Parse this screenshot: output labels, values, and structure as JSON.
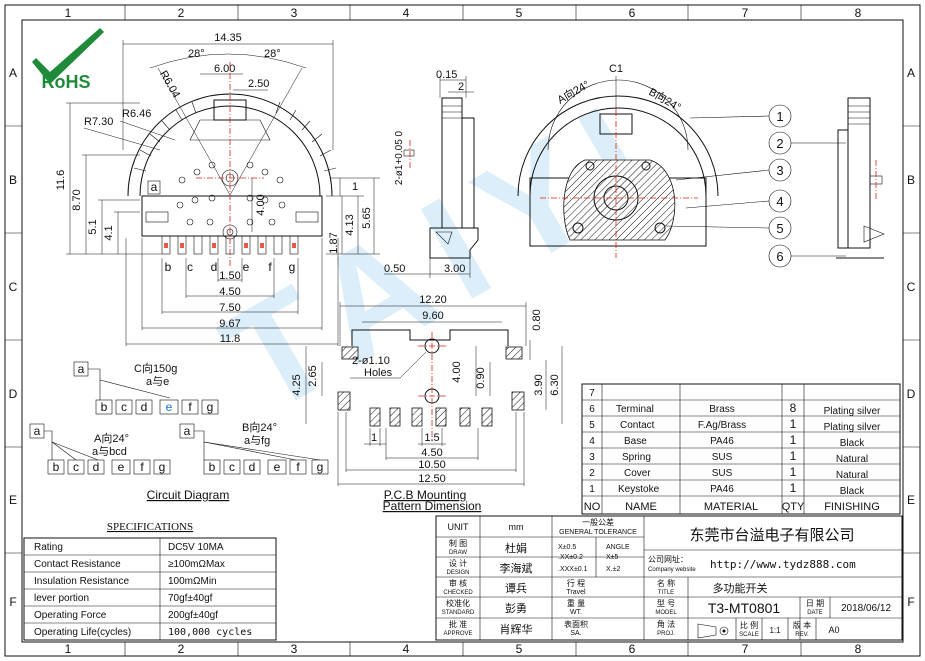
{
  "border": {
    "columns": [
      "1",
      "2",
      "3",
      "4",
      "5",
      "6",
      "7",
      "8"
    ],
    "rows": [
      "A",
      "B",
      "C",
      "D",
      "E",
      "F"
    ]
  },
  "logo": {
    "text": "RoHS",
    "check_color": "#1e8a3a",
    "text_color": "#1e8a3a"
  },
  "watermark": {
    "text": "TAIYI",
    "color": "#7fc4ea"
  },
  "accent_color": "#d21f1f",
  "front_view": {
    "dims": {
      "width_top": "14.35",
      "angle_left": "28°",
      "angle_right": "28°",
      "r_center": "R6.04",
      "w600": "6.00",
      "w250": "2.50",
      "r646": "R6.46",
      "r730": "R7.30",
      "h116": "11.6",
      "h870": "8.70",
      "h51": "5.1",
      "h41": "4.1",
      "h400": "4.00",
      "h1": "1",
      "h413": "4.13",
      "h565": "5.65",
      "h187": "1.87",
      "w150": "1.50",
      "w450": "4.50",
      "w750": "7.50",
      "w967": "9.67",
      "w118": "11.8"
    },
    "pin_labels": [
      "b",
      "c",
      "d",
      "e",
      "f",
      "g"
    ],
    "pin_a": "a"
  },
  "side_view_left": {
    "dims": {
      "d015": "0.15",
      "d2": "2",
      "tol": "2-ø1+0.05 0",
      "d050": "0.50",
      "d300": "3.00"
    }
  },
  "rear_view": {
    "c1": "C1",
    "a_dir": "A向24°",
    "b_dir": "B向24°",
    "callouts": [
      "1",
      "2",
      "3",
      "4",
      "5",
      "6"
    ]
  },
  "pcb": {
    "dims": {
      "w1220": "12.20",
      "w960": "9.60",
      "d080": "0.80",
      "holes": "2-ø1.10",
      "holes_label": "Holes",
      "h425": "4.25",
      "h265": "2.65",
      "h400": "4.00",
      "h090": "0.90",
      "h390": "3.90",
      "h630": "6.30",
      "w1": "1",
      "w15": "1.5",
      "w450": "4.50",
      "w1050": "10.50",
      "w1250": "12.50"
    },
    "title_line1": "P.C.B  Mounting",
    "title_line2": "Pattern  Dimension"
  },
  "circuit": {
    "c_title": "C向150g",
    "c_sub": "a与e",
    "a_title": "A向24°",
    "a_sub": "a与bcd",
    "b_title": "B向24°",
    "b_sub": "a与fg",
    "letters": [
      "b",
      "c",
      "d",
      "e",
      "f",
      "g"
    ],
    "a_letter": "a",
    "caption": "Circuit  Diagram"
  },
  "bom": {
    "header": [
      "NO",
      "NAME",
      "MATERIAL",
      "QTY",
      "FINISHING"
    ],
    "rows": [
      [
        "7",
        "",
        "",
        "",
        ""
      ],
      [
        "6",
        "Terminal",
        "Brass",
        "8",
        "Plating silver"
      ],
      [
        "5",
        "Contact",
        "F.Ag/Brass",
        "1",
        "Plating silver"
      ],
      [
        "4",
        "Base",
        "PA46",
        "1",
        "Black"
      ],
      [
        "3",
        "Spring",
        "SUS",
        "1",
        "Natural"
      ],
      [
        "2",
        "Cover",
        "SUS",
        "1",
        "Natural"
      ],
      [
        "1",
        "Keystoke",
        "PA46",
        "1",
        "Black"
      ]
    ]
  },
  "specs": {
    "title": "SPECIFICATIONS",
    "rows": [
      [
        "Rating",
        "DC5V 10MA"
      ],
      [
        "Contact Resistance",
        "≥100mΩMax"
      ],
      [
        "Insulation Resistance",
        "100mΩMin"
      ],
      [
        "lever portion",
        "70gf±40gf"
      ],
      [
        "Operating Force",
        "200gf±40gf"
      ],
      [
        "Operating Life(cycles)",
        "100,000 cycles"
      ]
    ]
  },
  "title_block": {
    "unit_label": "UNIT",
    "unit_value": "mm",
    "roles": [
      {
        "cn": "制 图",
        "en": "DRAW",
        "name": "杜娟"
      },
      {
        "cn": "设 计",
        "en": "DESIGN",
        "name": "李海斌"
      },
      {
        "cn": "审 核",
        "en": "CHECKED",
        "name": "谭兵"
      },
      {
        "cn": "校准化",
        "en": "STANDARD",
        "name": "彭勇"
      },
      {
        "cn": "批 准",
        "en": "APPROVE",
        "name": "肖辉华"
      }
    ],
    "tolerance_title_cn": "一般公差",
    "tolerance_title_en": "GENERAL TOLERANCE",
    "tol": [
      [
        "X±0.5",
        "ANGLE"
      ],
      [
        ".XX±0.2",
        "X±5"
      ],
      [
        ".XXX±0.1",
        "X.±2"
      ]
    ],
    "travel_cn": "行 程",
    "travel_en": "Travel",
    "weight_cn": "重 量",
    "weight_en": "WT.",
    "surface_cn": "表面积",
    "surface_en": "SA.",
    "company": "东莞市台溢电子有限公司",
    "website_label_cn": "公司网址：",
    "website_label_en": "Company website",
    "website": "http://www.tydz888.com",
    "name_cn": "名 称",
    "name_en": "TITLE",
    "title_value": "多功能开关",
    "model_cn": "型 号",
    "model_en": "MODEL",
    "model": "T3-MT0801",
    "date_cn": "日 期",
    "date_en": "DATE",
    "date": "2018/06/12",
    "proj_cn": "角 法",
    "proj_en": "PROJ.",
    "scale_cn": "比 例",
    "scale_en": "SCALE",
    "scale": "1:1",
    "rev_cn": "版 本",
    "rev_en": "REV.",
    "rev": "A0"
  }
}
